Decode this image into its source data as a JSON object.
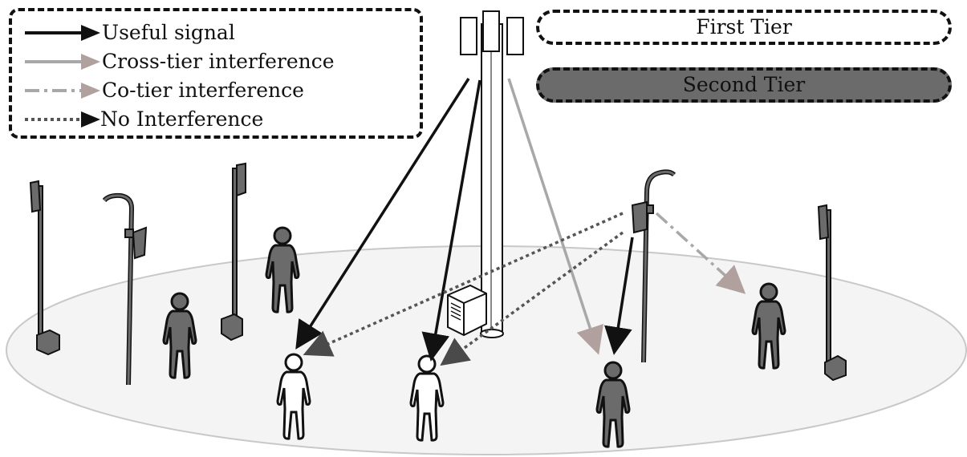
{
  "legend": {
    "items": [
      {
        "label": "Useful signal",
        "style": "solid",
        "color": "#111111",
        "head": "#111111"
      },
      {
        "label": "Cross-tier interference",
        "style": "solid",
        "color": "#a8a8a8",
        "head": "#b0a09e"
      },
      {
        "label": "Co-tier interference",
        "style": "dashdot",
        "color": "#a8a8a8",
        "head": "#b0a09e"
      },
      {
        "label": "No Interference",
        "style": "dotted",
        "color": "#555555",
        "head": "#111111"
      }
    ]
  },
  "tiers": {
    "first": {
      "label": "First Tier",
      "fill": "#ffffff"
    },
    "second": {
      "label": "Second Tier",
      "fill": "#6b6b6b"
    }
  },
  "colors": {
    "user_first_tier": "#ffffff",
    "user_second_tier": "#6b6b6b",
    "pole": "#7a7a7a",
    "ground": "#f4f4f4"
  }
}
